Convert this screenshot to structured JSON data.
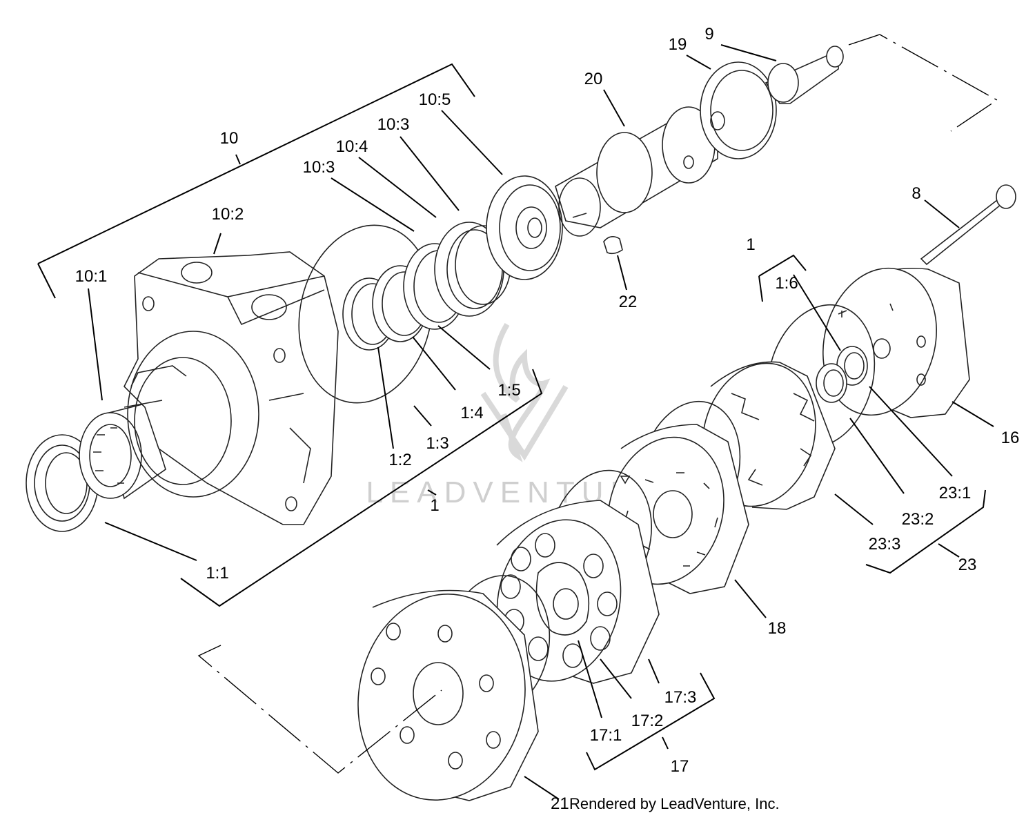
{
  "labels": {
    "l10": "10",
    "l10_2": "10:2",
    "l10_1": "10:1",
    "l10_3a": "10:3",
    "l10_4": "10:4",
    "l10_3b": "10:3",
    "l10_5": "10:5",
    "l20": "20",
    "l19": "19",
    "l9": "9",
    "l8": "8",
    "l22": "22",
    "l1a": "1",
    "l1_6": "1:6",
    "l16": "16",
    "l1_5": "1:5",
    "l1_4": "1:4",
    "l1_3": "1:3",
    "l1_2": "1:2",
    "l1b": "1",
    "l1_1": "1:1",
    "l23_1": "23:1",
    "l23_2": "23:2",
    "l23_3": "23:3",
    "l23": "23",
    "l18": "18",
    "l17_3": "17:3",
    "l17_2": "17:2",
    "l17_1": "17:1",
    "l17": "17",
    "l21": "21"
  },
  "credit": "Rendered by LeadVenture, Inc.",
  "watermark": "LEADVENTURE",
  "colors": {
    "line": "#000000",
    "watermark": "#cfcfcf",
    "background": "#ffffff"
  }
}
